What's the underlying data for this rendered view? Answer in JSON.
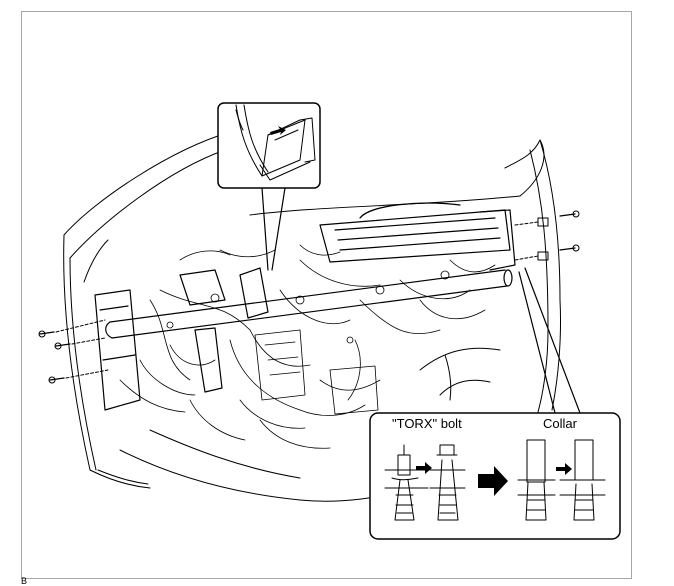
{
  "figure": {
    "callouts": {
      "torx_bolt_label": "\"TORX\" bolt",
      "collar_label": "Collar"
    },
    "corner_mark": "B"
  },
  "colors": {
    "line": "#000000",
    "frame_border": "#a7a7a7",
    "background": "#ffffff"
  },
  "icons": {
    "detail_arrow": "arrow-right-icon",
    "process_arrow": "bold-arrow-right-icon"
  }
}
